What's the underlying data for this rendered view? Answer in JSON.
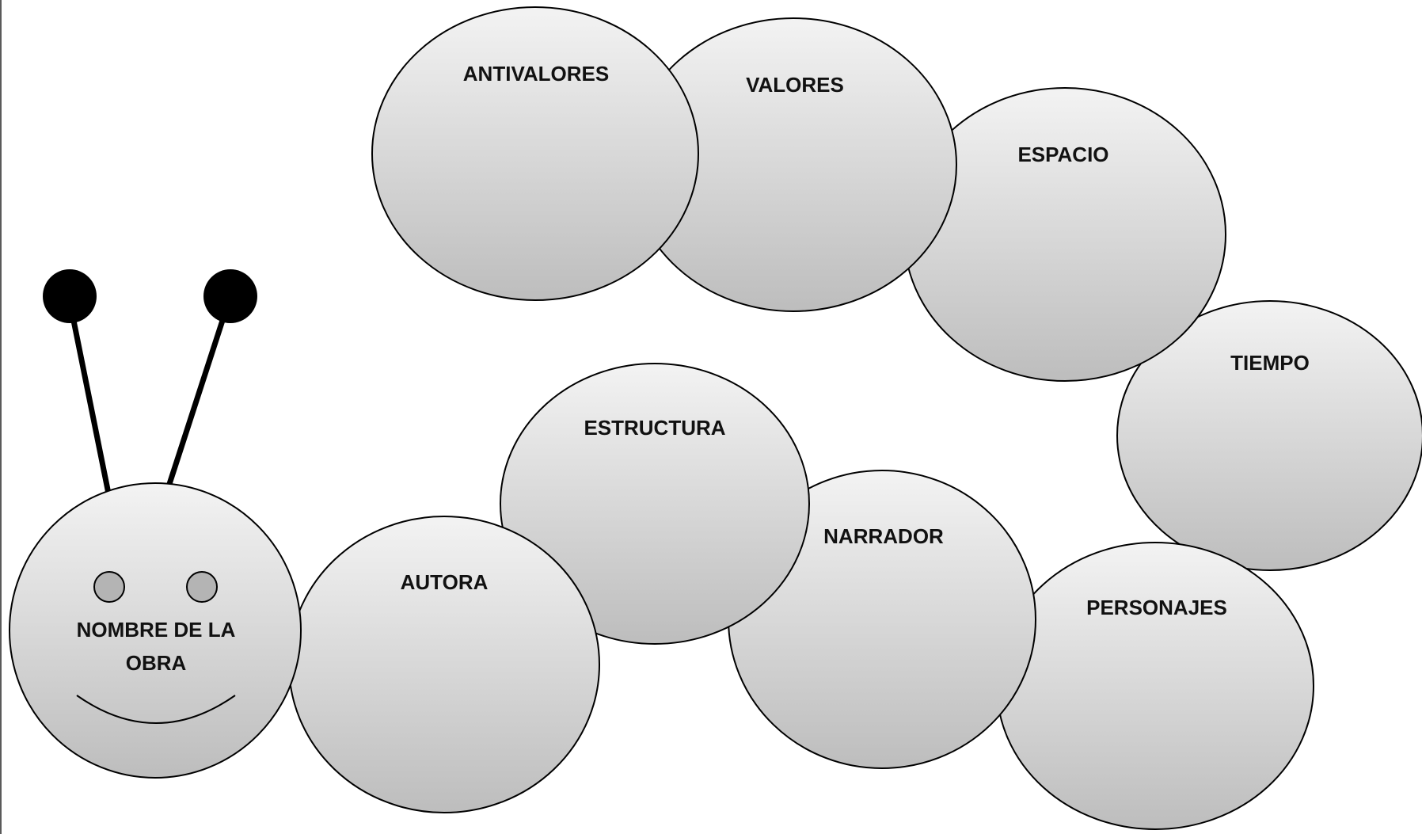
{
  "head": {
    "label_line1": "NOMBRE DE LA",
    "label_line2": "OBRA"
  },
  "segments": {
    "antivalores": "ANTIVALORES",
    "valores": "VALORES",
    "espacio": "ESPACIO",
    "tiempo": "TIEMPO",
    "autora": "AUTORA",
    "estructura": "ESTRUCTURA",
    "narrador": "NARRADOR",
    "personajes": "PERSONAJES"
  },
  "colors": {
    "segment_fill_top": "#f3f3f3",
    "segment_fill_bottom": "#bdbdbd",
    "outline": "#000000",
    "antenna_ball": "#000000",
    "eye_fill": "#b4b4b4"
  }
}
